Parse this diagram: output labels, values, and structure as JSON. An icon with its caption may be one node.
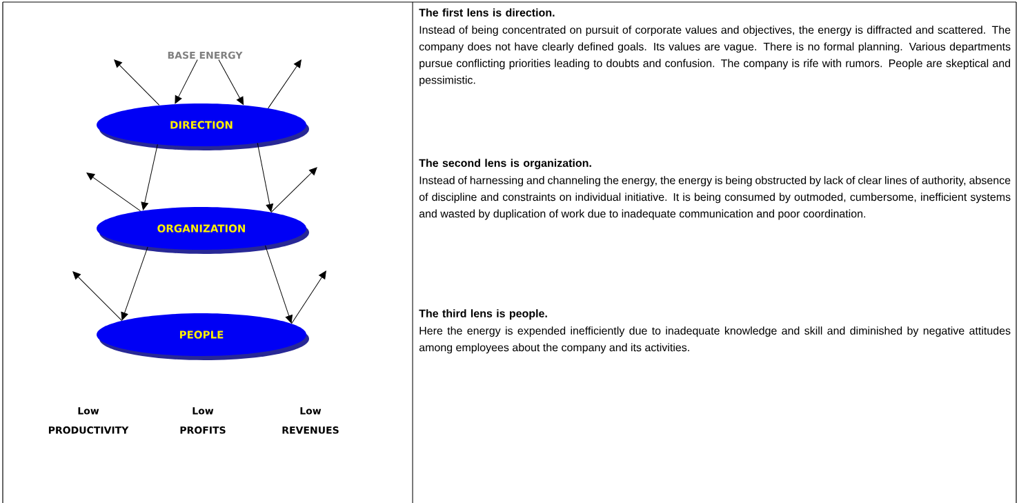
{
  "diagram": {
    "nodes": [
      {
        "text": [
          "BASE ENERGY"
        ]
      },
      {
        "text": [
          "DIRECTION"
        ]
      },
      {
        "text": [
          "ORGANIZATION"
        ]
      },
      {
        "text": [
          "PEOPLE"
        ]
      }
    ],
    "edges": [
      {
        "from": 0,
        "to": 1,
        "arrow": "to"
      },
      {
        "from": 0,
        "to": 1,
        "arrow": "to"
      },
      {
        "from": 1,
        "to": null,
        "arrow": "to"
      },
      {
        "from": 1,
        "to": null,
        "arrow": "to"
      },
      {
        "from": 1,
        "to": 2,
        "arrow": "to"
      },
      {
        "from": 1,
        "to": 2,
        "arrow": "to"
      },
      {
        "from": 2,
        "to": null,
        "arrow": "to"
      },
      {
        "from": 2,
        "to": null,
        "arrow": "to"
      },
      {
        "from": 2,
        "to": 3,
        "arrow": "to"
      },
      {
        "from": 2,
        "to": 3,
        "arrow": "to"
      },
      {
        "from": 3,
        "to": null,
        "arrow": "to"
      },
      {
        "from": 3,
        "to": null,
        "arrow": "to"
      }
    ],
    "labels": [
      "Low PRODUCTIVITY",
      "Low PROFITS",
      "Low REVENUES",
      "The first lens is direction.",
      "Instead of being concentrated on pursuit of corporate values and objectives, the energy is diffracted and scattered. The company does not have clearly defined goals. Its values are vague. There is no formal planning. Various departments pursue conflicting priorities leading to doubts and confusion. The company is rife with rumors. People are skeptical and pessimistic.",
      "The second lens is organization.",
      "Instead of harnessing and channeling the energy, the energy is being obstructed by lack of clear lines of authority, absence of discipline and constraints on individual initiative. It is being consumed by outmoded, cumbersome, inefficient systems and wasted by duplication of work due to inadequate communication and poor coordination.",
      "The third lens is people.",
      "Here the energy is expended inefficiently due to inadequate knowledge and skill and diminished by negative attitudes among employees about the company and its activities."
    ]
  }
}
